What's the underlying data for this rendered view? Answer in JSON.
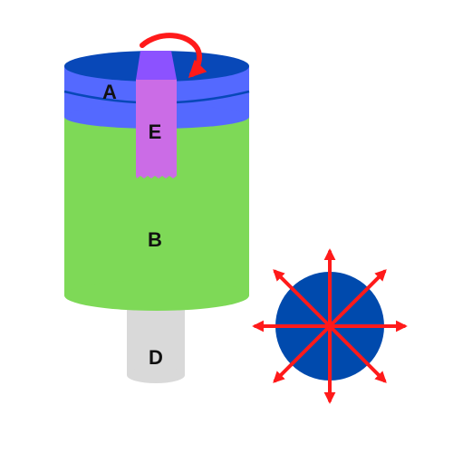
{
  "labels": {
    "a": "A",
    "b": "B",
    "d": "D",
    "e": "E"
  },
  "colors": {
    "cap_blue": "#5469ff",
    "cap_top_dark": "#0848b8",
    "body_green": "#7ed957",
    "shaft_gray": "#d9d9d9",
    "strip_top": "#8c52ff",
    "strip_body": "#cb6ce6",
    "arrow_red": "#ff1a1a",
    "disc_blue": "#004aad"
  },
  "icons": {
    "rotation": "curved-rotation-arrow",
    "radial": "radial-outward-arrows"
  },
  "radial_arrow_count": 8
}
